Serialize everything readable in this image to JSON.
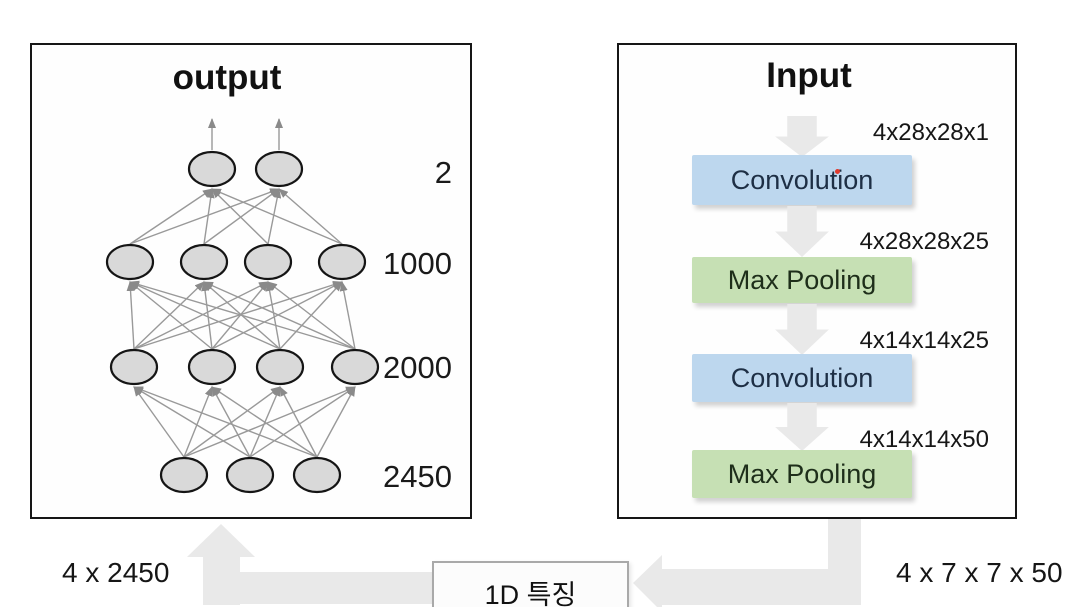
{
  "output_panel": {
    "title": "output",
    "layers": [
      {
        "label": "2",
        "nodes": 2
      },
      {
        "label": "1000",
        "nodes": 4
      },
      {
        "label": "2000",
        "nodes": 4
      },
      {
        "label": "2450",
        "nodes": 3
      }
    ]
  },
  "input_panel": {
    "title": "Input",
    "steps": [
      {
        "kind": "arrow",
        "dim": "4x28x28x1"
      },
      {
        "kind": "box",
        "label": "Convolution"
      },
      {
        "kind": "arrow",
        "dim": "4x28x28x25"
      },
      {
        "kind": "box",
        "label": "Max Pooling"
      },
      {
        "kind": "arrow",
        "dim": "4x14x14x25"
      },
      {
        "kind": "box",
        "label": "Convolution"
      },
      {
        "kind": "arrow",
        "dim": "4x14x14x50"
      },
      {
        "kind": "box",
        "label": "Max Pooling"
      }
    ]
  },
  "bottom": {
    "left_label": "4 x 2450",
    "feature_label": "1D 특징",
    "right_label": "4 x 7 x 7 x 50"
  },
  "palette": {
    "conv_box": "#bdd7ee",
    "pool_box": "#c6e0b4",
    "arrow_gray": "#e9e9e9",
    "node_fill": "#d9d9d9",
    "edge_gray": "#999999",
    "arrowhead_gray": "#8a8a8a",
    "pointer_dot": "#e03a2e"
  }
}
